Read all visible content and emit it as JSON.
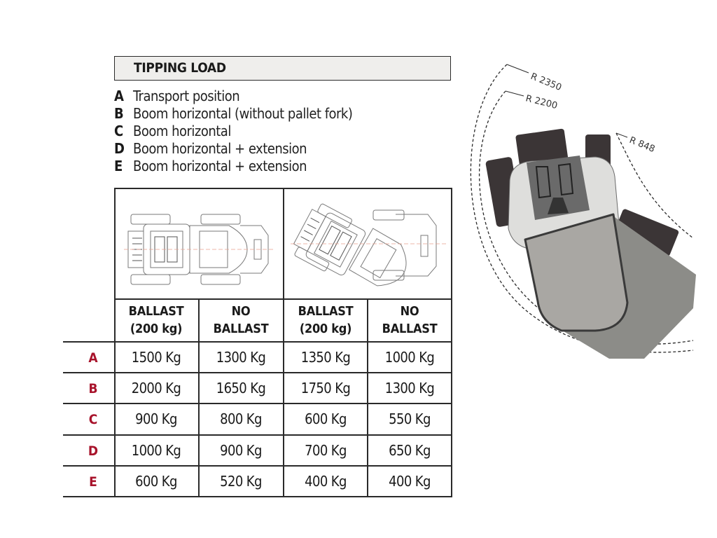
{
  "title": "TIPPING LOAD",
  "legend": [
    {
      "letter": "A",
      "text": "Transport position"
    },
    {
      "letter": "B",
      "text": "Boom horizontal (without pallet fork)"
    },
    {
      "letter": "C",
      "text": "Boom horizontal"
    },
    {
      "letter": "D",
      "text": "Boom horizontal + extension"
    },
    {
      "letter": "E",
      "text": "Boom horizontal + extension"
    }
  ],
  "table": {
    "headers": [
      {
        "line1": "BALLAST",
        "line2": "(200 kg)"
      },
      {
        "line1": "NO",
        "line2": "BALLAST"
      },
      {
        "line1": "BALLAST",
        "line2": "(200 kg)"
      },
      {
        "line1": "NO",
        "line2": "BALLAST"
      }
    ],
    "rows": [
      {
        "label": "A",
        "values": [
          "1500 Kg",
          "1300 Kg",
          "1350 Kg",
          "1000 Kg"
        ]
      },
      {
        "label": "B",
        "values": [
          "2000 Kg",
          "1650 Kg",
          "1750 Kg",
          "1300 Kg"
        ]
      },
      {
        "label": "C",
        "values": [
          "900 Kg",
          "800 Kg",
          "600 Kg",
          "550 Kg"
        ]
      },
      {
        "label": "D",
        "values": [
          "1000 Kg",
          "900 Kg",
          "700 Kg",
          "650 Kg"
        ]
      },
      {
        "label": "E",
        "values": [
          "600 Kg",
          "520 Kg",
          "400 Kg",
          "400 Kg"
        ]
      }
    ]
  },
  "diagram": {
    "radii": [
      "R 2350",
      "R 2200",
      "R 848"
    ]
  },
  "colors": {
    "row_label": "#a8132b",
    "title_bg": "#efeeec"
  }
}
